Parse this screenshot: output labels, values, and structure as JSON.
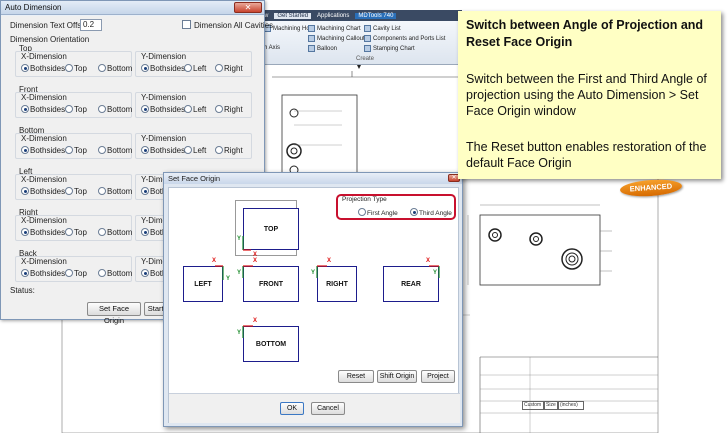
{
  "cad": {
    "ribbon_tabs": [
      "w",
      "Applications",
      "MDTools 740"
    ],
    "active_tab": "Get Started",
    "ribbon": {
      "machining_hole": "Machining Hole",
      "machining_chart": "Machining Chart",
      "cavity_list": "Cavity List",
      "machining_callout": "Machining Callout",
      "components_ports": "Components and Ports List",
      "stamping_chart": "Stamping Chart",
      "balloon": "Balloon",
      "axis": "h Axis",
      "group_create": "Create"
    },
    "title_block": {
      "custom": "Custom",
      "size": "Size",
      "inches": "(inches)"
    }
  },
  "auto_dimension": {
    "title": "Auto Dimension",
    "text_offset_label": "Dimension Text Offset",
    "text_offset_value": "0.2",
    "all_cavities_label": "Dimension All Cavities",
    "orientation_label": "Dimension Orientation",
    "x_dim": "X-Dimension",
    "y_dim": "Y-Dimension",
    "x_options": [
      "Bothsides",
      "Top",
      "Bottom"
    ],
    "y_options": [
      "Bothsides",
      "Left",
      "Right"
    ],
    "views": [
      {
        "name": "Top"
      },
      {
        "name": "Front"
      },
      {
        "name": "Bottom"
      },
      {
        "name": "Left"
      },
      {
        "name": "Right"
      },
      {
        "name": "Back"
      }
    ],
    "status_label": "Status:",
    "set_face_origin_button": "Set Face Origin",
    "start_button": "Start A"
  },
  "set_face_origin": {
    "title": "Set Face Origin",
    "projection_type_label": "Projection Type",
    "first_angle": "First Angle",
    "third_angle": "Third Angle",
    "selected": "Third Angle",
    "faces": {
      "top": "TOP",
      "left": "LEFT",
      "front": "FRONT",
      "right": "RIGHT",
      "rear": "REAR",
      "bottom": "BOTTOM"
    },
    "axis_x": "X",
    "axis_y": "Y",
    "reset_button": "Reset",
    "shift_origin_button": "Shift Origin",
    "project_button": "Project",
    "ok_button": "OK",
    "cancel_button": "Cancel"
  },
  "callout": {
    "heading": "Switch between Angle of Projection and Reset Face Origin",
    "para1": "Switch between the First and Third Angle of projection using the Auto Dimension > Set Face Origin window",
    "para2": "The Reset button enables restoration of the default Face Origin",
    "badge": "ENHANCED"
  },
  "colors": {
    "callout_bg": "#ffffc4",
    "projection_highlight": "#c8102e",
    "face_border": "#1d1d8c",
    "badge": "#e88410"
  }
}
